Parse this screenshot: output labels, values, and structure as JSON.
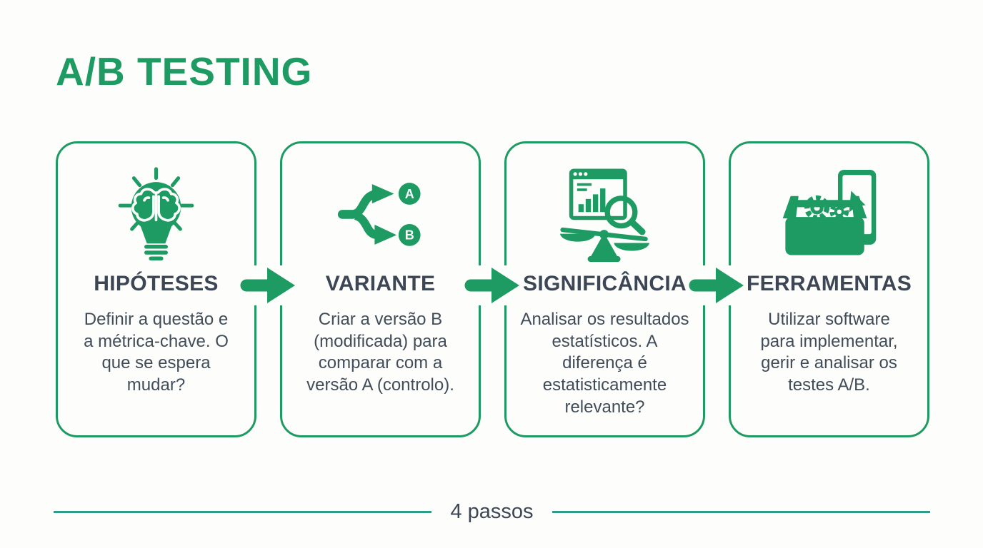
{
  "title": "A/B TESTING",
  "colors": {
    "green": "#1d9b63",
    "teal": "#2f9e88",
    "heading": "#3c4654",
    "body": "#414c59",
    "background": "#fdfdfc"
  },
  "steps": [
    {
      "title": "HIPÓTESES",
      "description": "Definir a questão e\na métrica-chave. O\nque se espera\nmudar?",
      "icon": "lightbulb-brain-icon"
    },
    {
      "title": "VARIANTE",
      "description": "Criar a versão B\n(modificada) para\ncomparar com a\nversão A (controlo).",
      "icon": "split-ab-icon",
      "icon_labels": [
        "A",
        "B"
      ]
    },
    {
      "title": "SIGNIFICÂNCIA",
      "description": "Analisar os resultados\nestatísticos. A\ndiferença é\nestatisticamente\nrelevante?",
      "icon": "chart-scale-magnifier-icon"
    },
    {
      "title": "FERRAMENTAS",
      "description": "Utilizar software\npara implementar,\ngerir e analisar os\ntestes A/B.",
      "icon": "toolbox-tablet-icon"
    }
  ],
  "footer": {
    "label": "4 passos"
  }
}
